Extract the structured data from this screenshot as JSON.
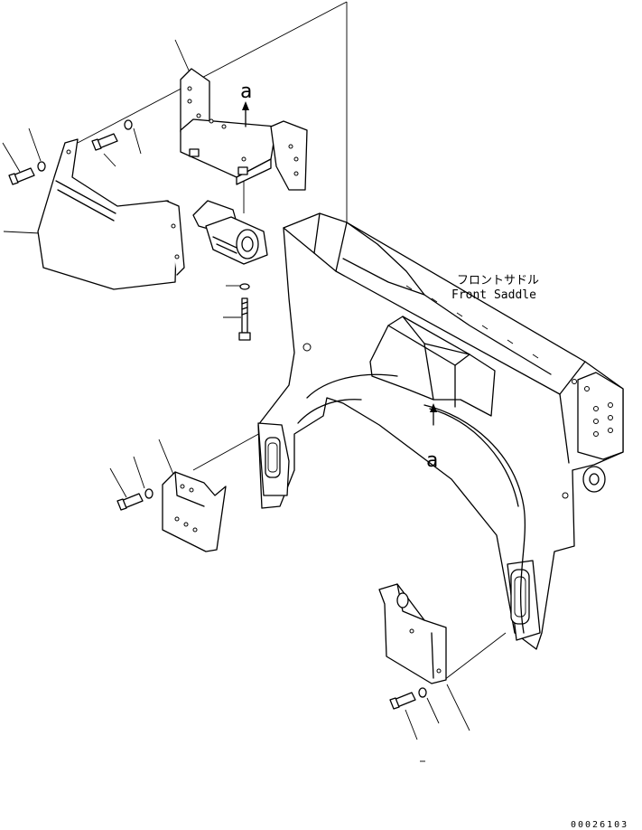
{
  "labels": {
    "section_a_top": "a",
    "section_a_bottom": "a",
    "front_saddle_jp": "フロントサドル",
    "front_saddle_en": "Front Saddle",
    "drawing_number": "00026103"
  }
}
